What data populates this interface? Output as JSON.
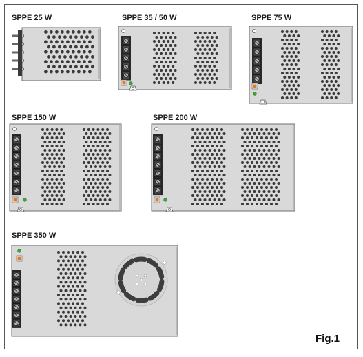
{
  "units": [
    {
      "label": "SPPE 25 W"
    },
    {
      "label": "SPPE 35 / 50 W"
    },
    {
      "label": "SPPE 75 W"
    },
    {
      "label": "SPPE 150 W"
    },
    {
      "label": "SPPE 200 W"
    },
    {
      "label": "SPPE 350 W"
    }
  ],
  "figure_label": "Fig.1",
  "colors": {
    "case": "#d9d9d9",
    "case_edge": "#6e6e6e",
    "vent_hole": "#3a3a3a",
    "terminal_block": "#2b2b2b",
    "terminal_screw": "#b5b5b5",
    "potentiometer": "#e07a2c",
    "led": "#3aa63a"
  }
}
